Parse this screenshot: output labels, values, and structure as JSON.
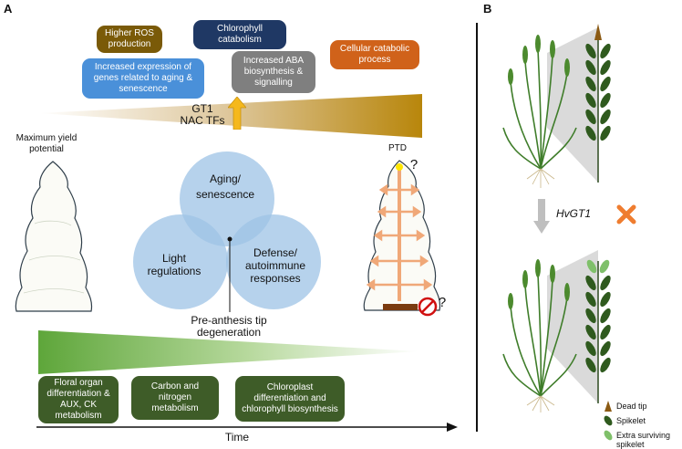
{
  "panel_a": {
    "label": "A",
    "top_boxes": {
      "ros": "Higher ROS production",
      "chlorophyll": "Chlorophyll catabolism",
      "genes": "Increased expression of genes related to aging & senescence",
      "aba": "Increased ABA biosynthesis & signalling",
      "cellular": "Cellular catabolic process"
    },
    "gt1": "GT1",
    "nac": "NAC TFs",
    "max_yield": "Maximum yield potential",
    "ptd": "PTD",
    "question": "?",
    "venn": {
      "aging": "Aging/ senescence",
      "light": "Light regulations",
      "defense": "Defense/ autoimmune responses"
    },
    "pre_anthesis": "Pre-anthesis tip degeneration",
    "bottom_boxes": {
      "floral": "Floral organ differentiation & AUX, CK metabolism",
      "carbon": "Carbon and nitrogen metabolism",
      "chloroplast": "Chloroplast differentiation and chlorophyll biosynthesis"
    },
    "time": "Time"
  },
  "panel_b": {
    "label": "B",
    "gene": "HvGT1",
    "legend": {
      "dead_tip": "Dead tip",
      "spikelet": "Spikelet",
      "extra": "Extra surviving spikelet"
    }
  },
  "colors": {
    "ros": "#7a5a08",
    "chlorophyll": "#1f3864",
    "genes": "#4a90d9",
    "aba": "#7f7f7f",
    "cellular": "#d0621a",
    "dark_green": "#3e5c28",
    "venn_blue": "#9dc3e6",
    "gold": "#c9a227"
  }
}
